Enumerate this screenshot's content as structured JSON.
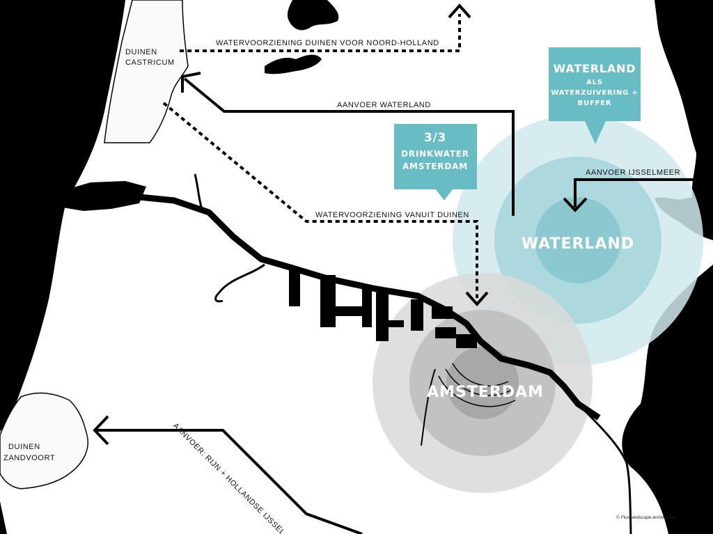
{
  "places": {
    "duinen_castricum": [
      "DUINEN",
      "CASTRICUM"
    ],
    "duinen_zandvoort": [
      "DUINEN",
      "ZANDVOORT"
    ],
    "waterland": "WATERLAND",
    "amsterdam": "AMSTERDAM"
  },
  "flows": {
    "noord_holland": "WATERVOORZIENING DUINEN VOOR NOORD-HOLLAND",
    "aanvoer_waterland": "AANVOER WATERLAND",
    "aanvoer_ijsselmeer": "AANVOER IJSSELMEER",
    "vanuit_duinen": "WATERVOORZIENING VANUIT DUINEN",
    "rijn": "AANVOER: RIJN + HOLLANDSE IJSSEL"
  },
  "callouts": {
    "drinkwater": {
      "line1": "3/3",
      "line2": "DRINKWATER",
      "line3": "AMSTERDAM"
    },
    "waterland": {
      "line1": "WATERLAND",
      "line2": "ALS",
      "line3": "WATERZUIVERING +",
      "line4": "BUFFER"
    }
  },
  "credit": "© Flux landscape architecture",
  "colors": {
    "teal_box": "#68bcc3",
    "teal_circle": "#cfe9ec",
    "grey_circle": "#d9d9d9",
    "land_dark": "#000000"
  }
}
